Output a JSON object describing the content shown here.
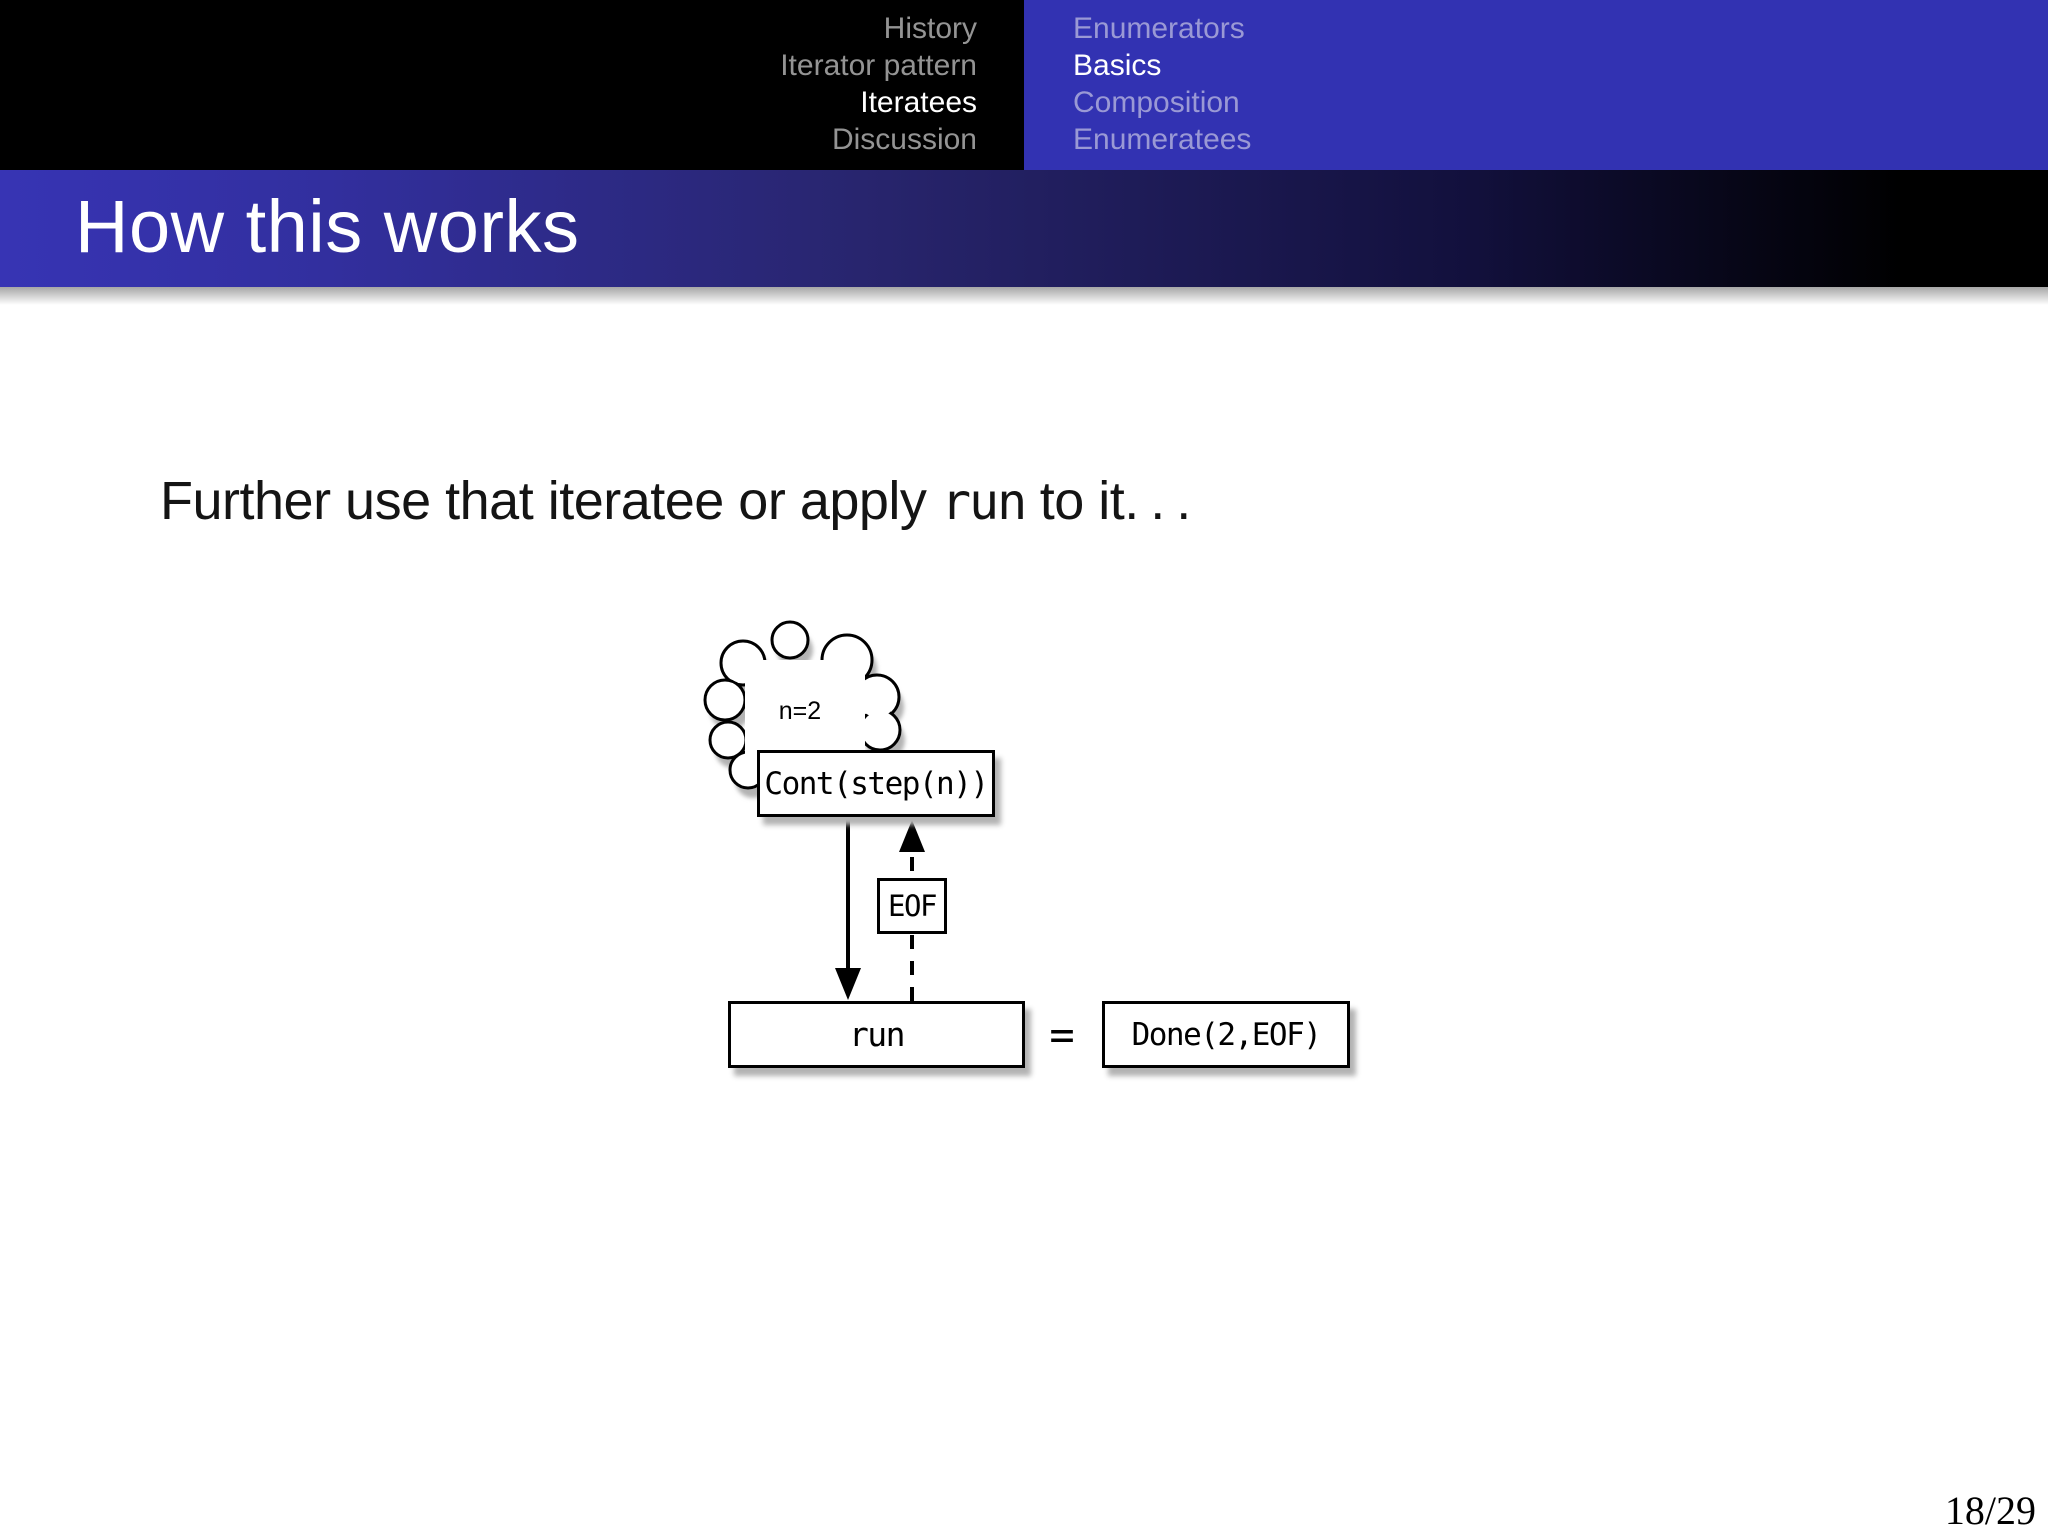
{
  "slide": {
    "title": "How this works",
    "page_number": "18/29"
  },
  "nav": {
    "left_items": [
      {
        "label": "History",
        "active": false
      },
      {
        "label": "Iterator pattern",
        "active": false
      },
      {
        "label": "Iteratees",
        "active": true
      },
      {
        "label": "Discussion",
        "active": false
      }
    ],
    "right_items": [
      {
        "label": "Enumerators",
        "active": false
      },
      {
        "label": "Basics",
        "active": true
      },
      {
        "label": "Composition",
        "active": false
      },
      {
        "label": "Enumeratees",
        "active": false
      }
    ]
  },
  "body": {
    "sentence_before_code": "Further use that iteratee or apply ",
    "code": "run",
    "sentence_after_code": " to it",
    "ellipsis": ". . ."
  },
  "diagram": {
    "cloud_label": "n=2",
    "cont_box": "Cont(step(n))",
    "eof_box": "EOF",
    "run_box": "run",
    "equals": "=",
    "done_box": "Done(2,EOF)"
  },
  "colors": {
    "nav_black": "#000000",
    "nav_blue": "#3232b2",
    "nav_dim_on_black": "#949494",
    "nav_dim_on_blue": "#9a99d5",
    "active_text": "#ffffff",
    "title_gradient_start": "#3734b4",
    "title_gradient_end": "#000000",
    "shadow_gray": "#b3b3b3"
  }
}
